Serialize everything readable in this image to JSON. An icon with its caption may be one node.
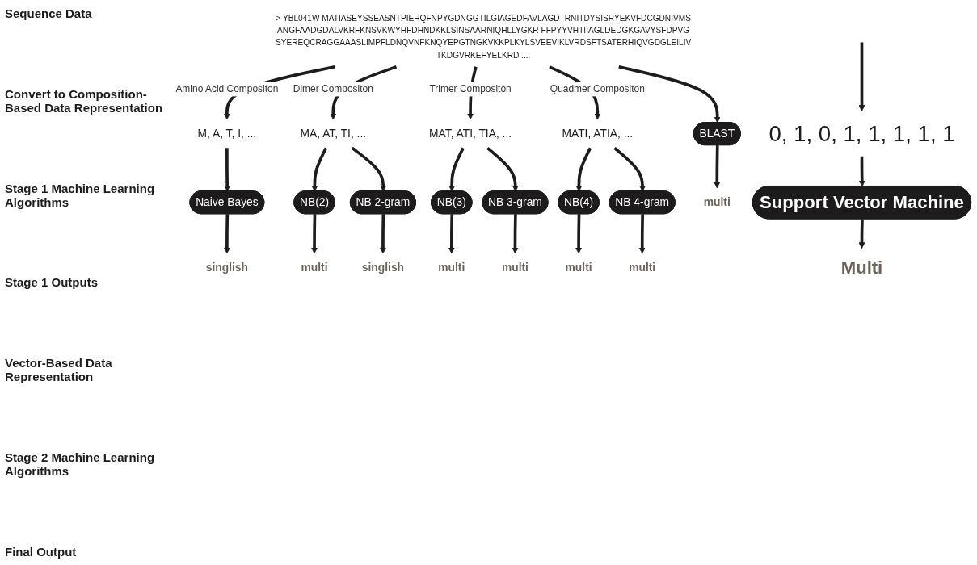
{
  "diagram": {
    "nodes": [
      {
        "text": [
          "> YBL041W MATIASEYSSEASNTPIEHQFNPYGDNGGTILGIAGEDFAVLAGDTRNITDYSISRYEKVFDCGDNIVMSANGFAADGDALVKRFKNSVKWYHFDHNDKKLSINSAARNIQHLLYGKR FFPYYVHTIIAGLDEDGKGAVYSFDPVGSYEREQCRAGGAAASLIMPFLDNQVNFKNQYEPGTNGKVKKPLKYLSVEEVIKLVRDSFTSATERHIQVGDGLEILIVTKDGVRKEFYELKRD ...."
        ]
      },
      {
        "text": [
          "M, A, T, I, ..."
        ]
      },
      {
        "text": [
          "MA, AT, TI, ..."
        ]
      },
      {
        "text": [
          "MAT, ATI, TIA, ..."
        ]
      },
      {
        "text": [
          "MATI, ATIA, ..."
        ]
      },
      {
        "text": [
          "Naive Bayes"
        ]
      },
      {
        "text": [
          "NB(2)"
        ]
      },
      {
        "text": [
          "NB 2-gram"
        ]
      },
      {
        "text": [
          "NB(3)"
        ]
      },
      {
        "text": [
          "NB 3-gram"
        ]
      },
      {
        "text": [
          "NB(4)"
        ]
      },
      {
        "text": [
          "NB 4-gram"
        ]
      },
      {
        "text": [
          "BLAST"
        ]
      },
      {
        "text": [
          "singlish"
        ]
      },
      {
        "text": [
          "multi"
        ]
      },
      {
        "text": [
          "singlish"
        ]
      },
      {
        "text": [
          "multi"
        ]
      },
      {
        "text": [
          "multi"
        ]
      },
      {
        "text": [
          "multi"
        ]
      },
      {
        "text": [
          "multi"
        ]
      },
      {
        "text": [
          "multi"
        ]
      },
      {
        "text": [
          "0, 1, 0, 1, 1, 1, 1, 1"
        ]
      },
      {
        "text": [
          "Support Vector Machine"
        ]
      },
      {
        "text": [
          "Multi"
        ]
      }
    ],
    "edges": [
      {
        "from": 0,
        "to": 1,
        "arrow": "to",
        "label": "Amino Acid Compositon"
      },
      {
        "from": 0,
        "to": 2,
        "arrow": "to",
        "label": "Dimer Compositon"
      },
      {
        "from": 0,
        "to": 3,
        "arrow": "to",
        "label": "Trimer Compositon"
      },
      {
        "from": 0,
        "to": 4,
        "arrow": "to",
        "label": "Quadmer Compositon"
      },
      {
        "from": 0,
        "to": 12,
        "arrow": "to"
      },
      {
        "from": 1,
        "to": 5,
        "arrow": "to"
      },
      {
        "from": 2,
        "to": 6,
        "arrow": "to"
      },
      {
        "from": 2,
        "to": 7,
        "arrow": "to"
      },
      {
        "from": 3,
        "to": 8,
        "arrow": "to"
      },
      {
        "from": 3,
        "to": 9,
        "arrow": "to"
      },
      {
        "from": 4,
        "to": 10,
        "arrow": "to"
      },
      {
        "from": 4,
        "to": 11,
        "arrow": "to"
      },
      {
        "from": 5,
        "to": 13,
        "arrow": "to"
      },
      {
        "from": 6,
        "to": 14,
        "arrow": "to"
      },
      {
        "from": 7,
        "to": 15,
        "arrow": "to"
      },
      {
        "from": 8,
        "to": 16,
        "arrow": "to"
      },
      {
        "from": 9,
        "to": 17,
        "arrow": "to"
      },
      {
        "from": 10,
        "to": 18,
        "arrow": "to"
      },
      {
        "from": 11,
        "to": 19,
        "arrow": "to"
      },
      {
        "from": 12,
        "to": 20,
        "arrow": "to"
      },
      {
        "from": null,
        "to": 21,
        "arrow": "to"
      },
      {
        "from": 21,
        "to": 22,
        "arrow": "to"
      },
      {
        "from": 22,
        "to": 23,
        "arrow": "to"
      }
    ],
    "labels": [
      "Sequence Data",
      "Convert to Composition-Based Data Representation",
      "Stage 1 Machine Learning Algorithms",
      "Stage 1 Outputs",
      "Vector-Based Data Representation",
      "Stage 2 Machine Learning Algorithms",
      "Final Output"
    ]
  }
}
